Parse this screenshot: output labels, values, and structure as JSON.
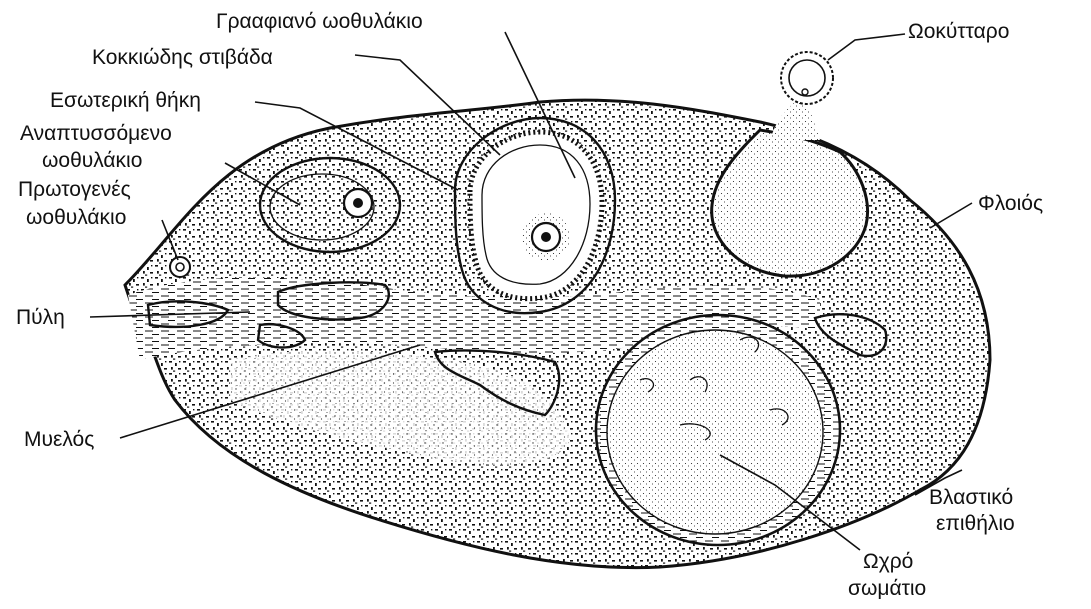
{
  "labels": {
    "graafian_follicle": "Γρααφιανό ωοθυλάκιο",
    "oocyte": "Ωοκύτταρο",
    "granulosa": "Κοκκιώδης στιβάδα",
    "theca_interna": "Εσωτερική θήκη",
    "developing_line1": "Αναπτυσσόμενο",
    "developing_line2": "ωοθυλάκιο",
    "primordial_line1": "Πρωτογενές",
    "primordial_line2": "ωοθυλάκιο",
    "cortex": "Φλοιός",
    "hilum": "Πύλη",
    "medulla": "Μυελός",
    "germinal_line1": "Βλαστικό",
    "germinal_line2": "επιθήλιο",
    "corpus_luteum_line1": "Ωχρό",
    "corpus_luteum_line2": "σωμάτιο"
  },
  "colors": {
    "ink": "#111111",
    "paper": "#ffffff"
  }
}
